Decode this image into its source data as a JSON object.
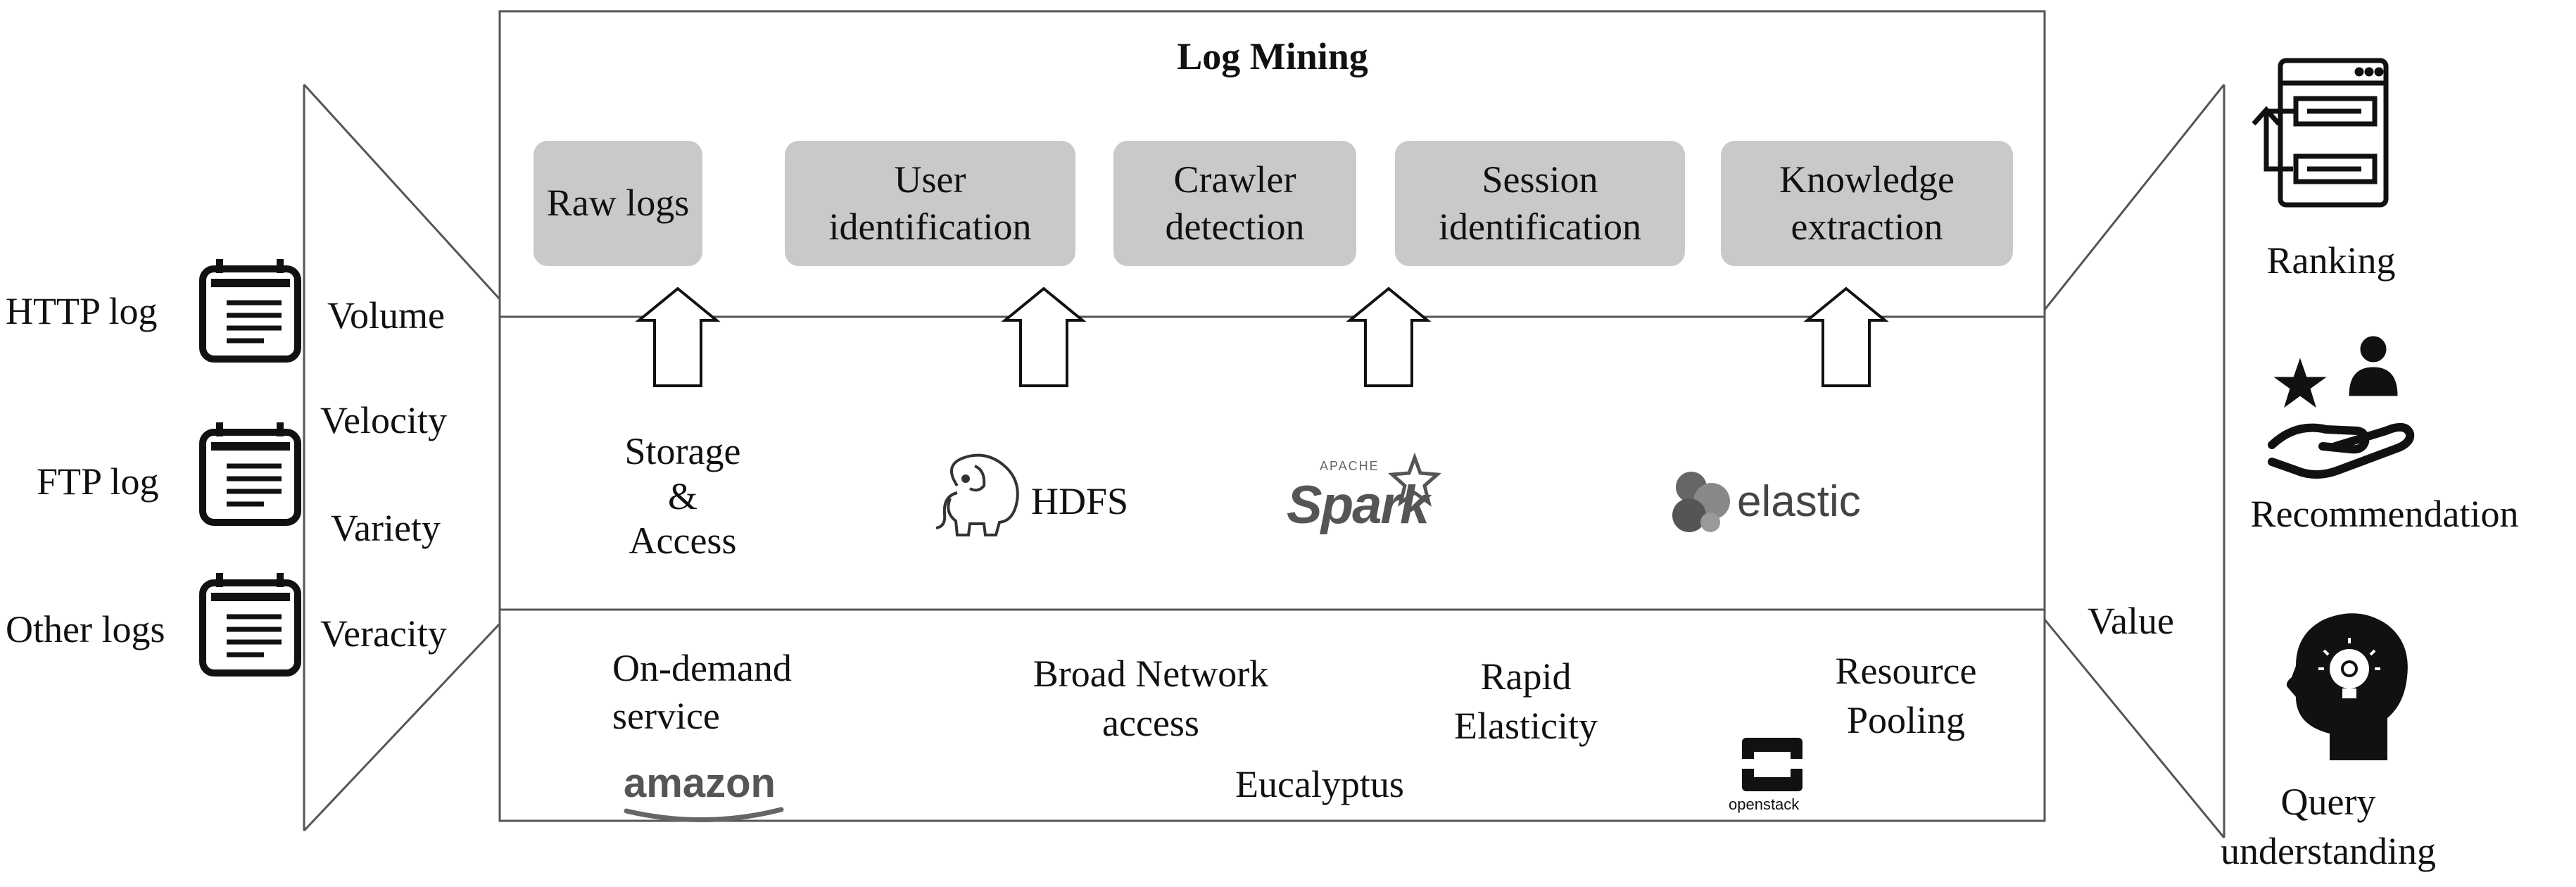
{
  "title": "Log Mining",
  "left": {
    "logs": [
      "HTTP log",
      "FTP log",
      "Other logs"
    ],
    "vs": [
      "Volume",
      "Velocity",
      "Variety",
      "Veracity"
    ]
  },
  "pipeline": [
    {
      "label": "Raw logs"
    },
    {
      "label": "User\nidentification"
    },
    {
      "label": "Crawler\ndetection"
    },
    {
      "label": "Session\nidentification"
    },
    {
      "label": "Knowledge\nextraction"
    }
  ],
  "storage": {
    "label": "Storage\n&\nAccess",
    "hdfs": "HDFS",
    "spark_small": "APACHE",
    "spark": "Spark",
    "elastic": "elastic"
  },
  "cloud": {
    "on_demand": "On-demand\nservice",
    "broad": "Broad Network\naccess",
    "rapid": "Rapid\nElasticity",
    "pooling": "Resource\nPooling",
    "amazon": "amazon",
    "eucalyptus": "Eucalyptus",
    "openstack": "openstack"
  },
  "right": {
    "value": "Value",
    "outputs": [
      "Ranking",
      "Recommendation",
      "Query\nunderstanding"
    ]
  }
}
